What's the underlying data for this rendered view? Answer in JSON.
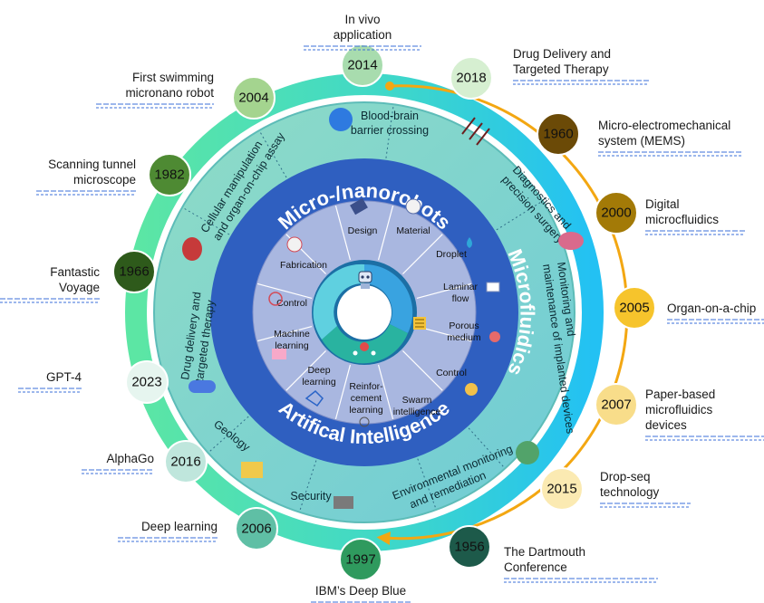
{
  "center_rings": {
    "top_title": "Micro-/nanorobots",
    "right_title": "Microfluidics",
    "bottom_title": "Artifical Intelligence"
  },
  "inner_segments": [
    {
      "label": "Design"
    },
    {
      "label": "Material"
    },
    {
      "label": "Droplet"
    },
    {
      "label": "Laminar flow"
    },
    {
      "label": "Porous medium"
    },
    {
      "label": "Control"
    },
    {
      "label": "Swarm intelligence"
    },
    {
      "label": "Reinfor-cement learning"
    },
    {
      "label": "Deep learning"
    },
    {
      "label": "Machine learning"
    },
    {
      "label": "Control"
    },
    {
      "label": "Fabrication"
    }
  ],
  "application_ring": [
    {
      "label": "Blood-brain barrier crossing"
    },
    {
      "label": "Diagnostics and precision surgery"
    },
    {
      "label": "Monitoring and maintenance of implanted devices"
    },
    {
      "label": "Environmental monitoring and remediation"
    },
    {
      "label": "Security"
    },
    {
      "label": "Geology"
    },
    {
      "label": "Drug delivery and targeted therapy"
    },
    {
      "label": "Cellular manipulation and organ-on-chip assay"
    }
  ],
  "timeline": [
    {
      "year": "2014",
      "label": "In vivo application",
      "color": "#a8dcae"
    },
    {
      "year": "2018",
      "label": "Drug Delivery and Targeted Therapy",
      "color": "#d6efd1"
    },
    {
      "year": "1960",
      "label": "Micro-electromechanical system (MEMS)",
      "color": "#6b4a07"
    },
    {
      "year": "2000",
      "label": "Digital microcfluidics",
      "color": "#a37a07"
    },
    {
      "year": "2005",
      "label": "Organ-on-a-chip",
      "color": "#f6c42c"
    },
    {
      "year": "2007",
      "label": "Paper-based microfluidics devices",
      "color": "#f8dd8a"
    },
    {
      "year": "2015",
      "label": "Drop-seq technology",
      "color": "#fbeab2"
    },
    {
      "year": "1956",
      "label": "The Dartmouth Conference",
      "color": "#1d5a4a"
    },
    {
      "year": "1997",
      "label": "IBM’s Deep Blue",
      "color": "#2f9a5e"
    },
    {
      "year": "2006",
      "label": "Deep learning",
      "color": "#5fbfa5"
    },
    {
      "year": "2016",
      "label": "AlphaGo",
      "color": "#bfe6dc"
    },
    {
      "year": "2023",
      "label": "GPT-4",
      "color": "#e6f5ef"
    },
    {
      "year": "1966",
      "label": "Fantastic Voyage",
      "color": "#2e5a1b"
    },
    {
      "year": "1982",
      "label": "Scanning tunnel microscope",
      "color": "#4e8a33"
    },
    {
      "year": "2004",
      "label": "First swimming micronano robot",
      "color": "#a4d48f"
    }
  ],
  "colors": {
    "outer_ring_left": "#4ce2a6",
    "outer_ring_right": "#2ec8f2",
    "application_ring": "#7fd3cf",
    "blue_ring": "#2f5fc0",
    "inner_disc": "#a9b7e0",
    "arrow": "#f3a712",
    "label_underline": "#3b6fd8"
  },
  "icons": [
    "brain-cells-icon",
    "surgery-tools-icon",
    "heart-device-icon",
    "earth-leaf-icon",
    "camera-icon",
    "map-icon",
    "capsule-icon",
    "kidney-icon",
    "robot-icon"
  ]
}
